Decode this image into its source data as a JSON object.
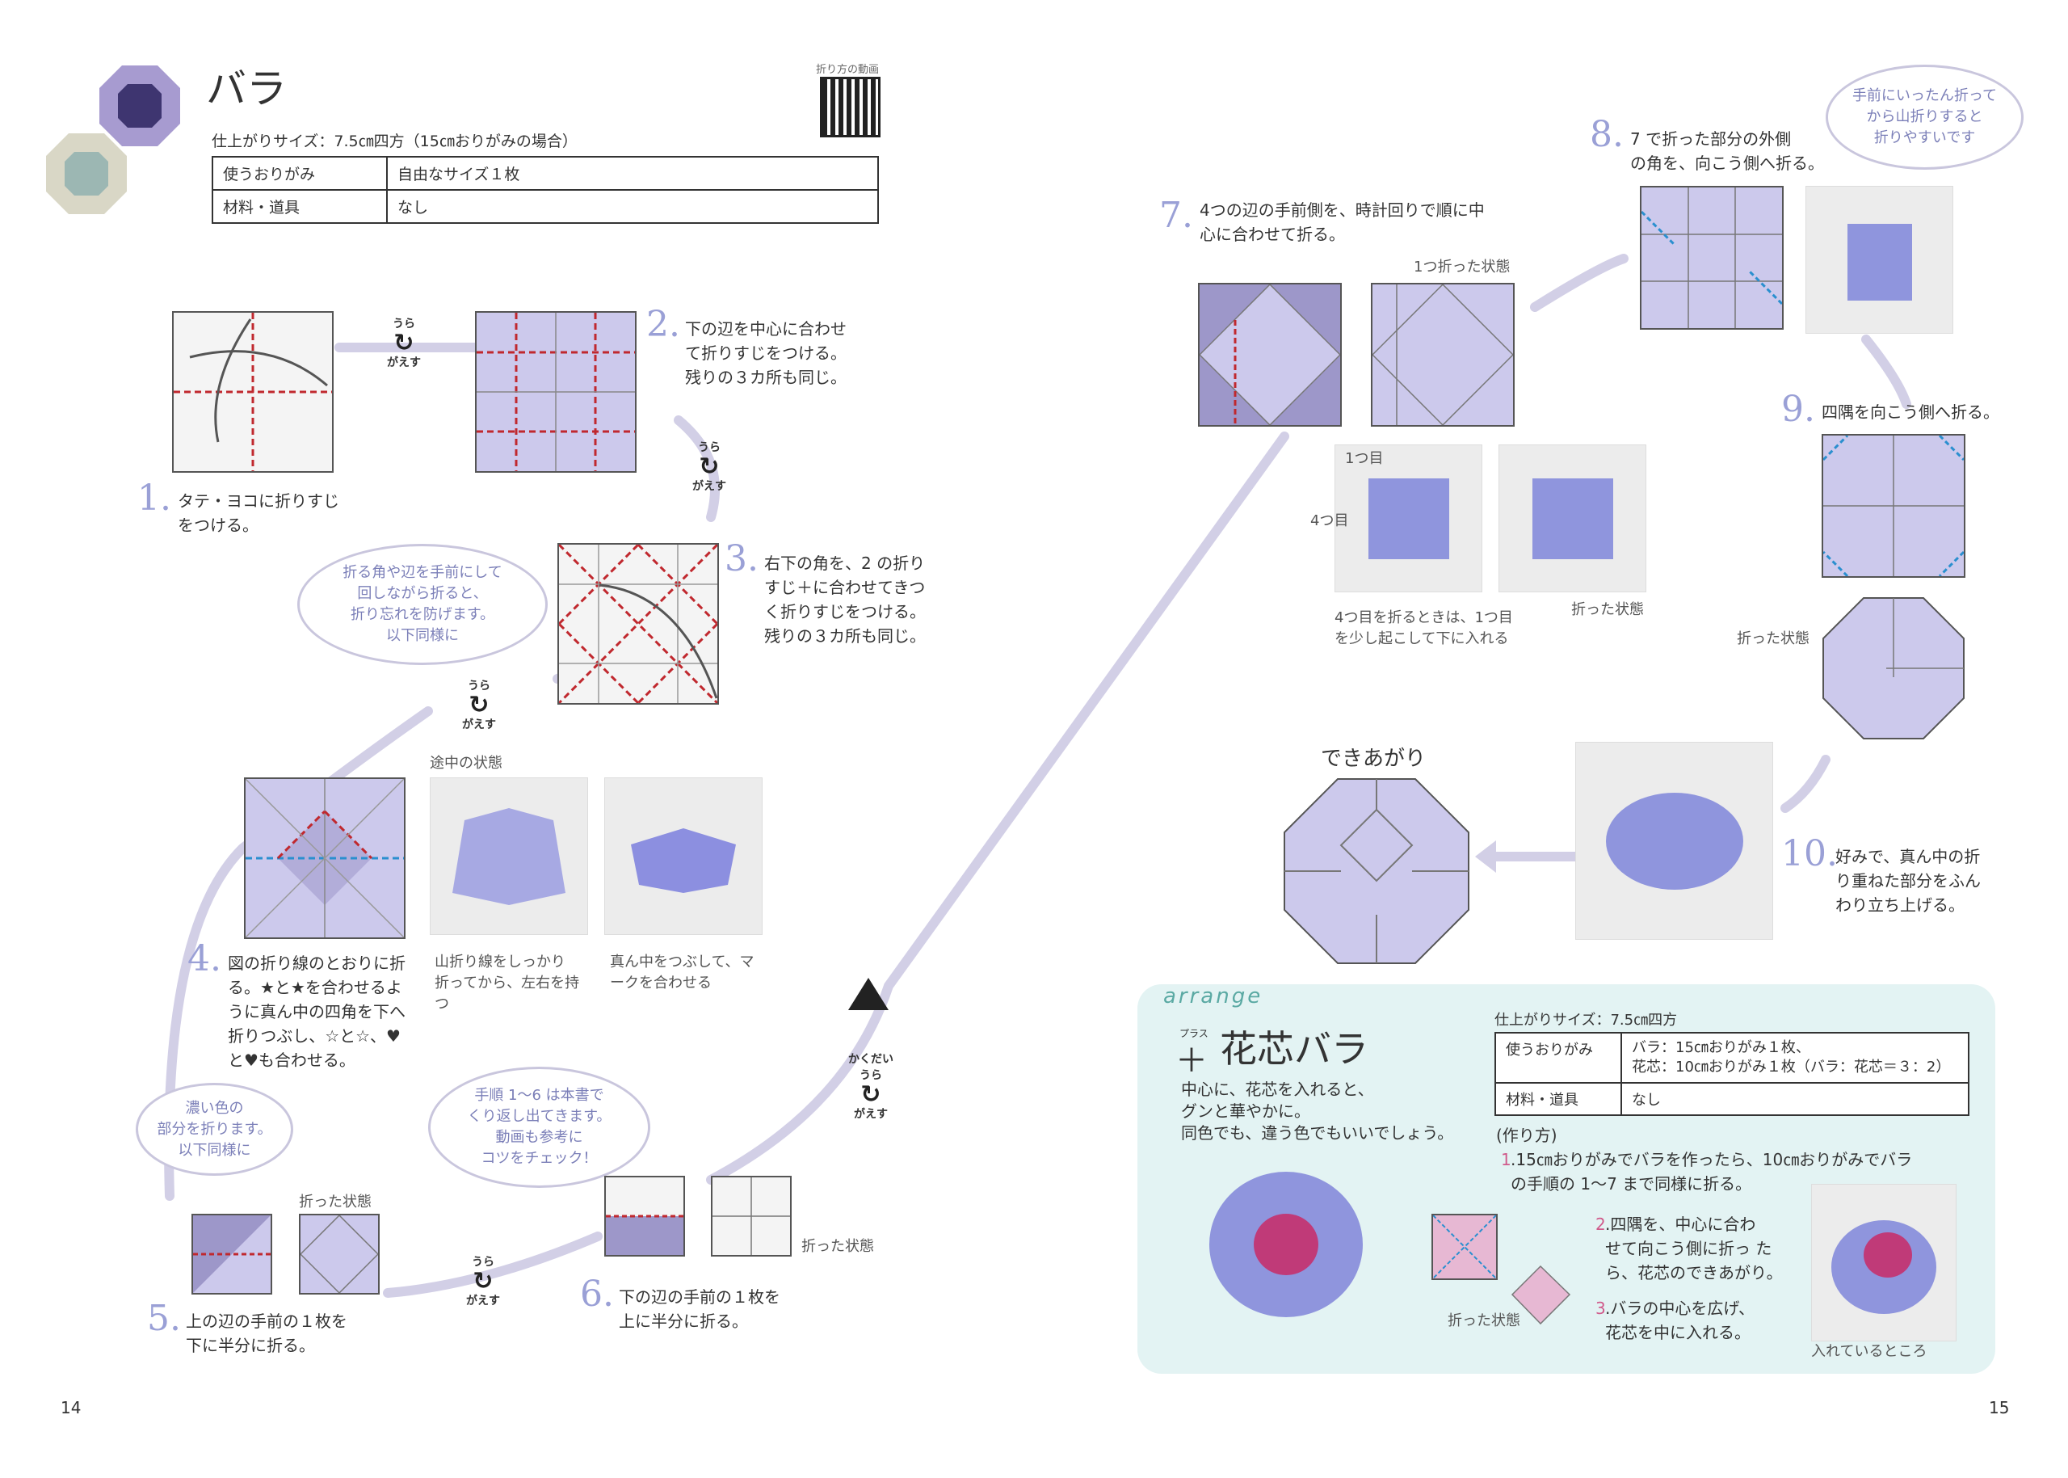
{
  "left": {
    "title": "バラ",
    "video_label": "折り方の動画",
    "size_line": "仕上がりサイズ：7.5㎝四方（15㎝おりがみの場合）",
    "spec": [
      {
        "label": "使うおりがみ",
        "value": "自由なサイズ１枚"
      },
      {
        "label": "材料・道具",
        "value": "なし"
      }
    ],
    "flip_top": "うら",
    "flip_bottom": "がえす",
    "steps": {
      "s1_num": "1.",
      "s1_text": "タテ・ヨコに折りすじ\nをつける。",
      "s2_num": "2.",
      "s2_text": "下の辺を中心に合わせ\nて折りすじをつける。\n残りの３カ所も同じ。",
      "s3_num": "3.",
      "s3_text": "右下の角を、2 の折り\nすじ＋に合わせてきつ\nく折りすじをつける。\n残りの３カ所も同じ。",
      "s4_num": "4.",
      "s4_text": "図の折り線のとおりに折\nる。★と★を合わせるよ\nうに真ん中の四角を下へ\n折りつぶし、☆と☆、♥\nと♥も合わせる。",
      "s5_num": "5.",
      "s5_text": "上の辺の手前の１枚を\n下に半分に折る。",
      "s6_num": "6.",
      "s6_text": "下の辺の手前の１枚を\n上に半分に折る。"
    },
    "bubbles": {
      "b1": "折る角や辺を手前にして\n回しながら折ると、\n折り忘れを防げます。\n以下同様に",
      "b2": "濃い色の\n部分を折ります。\n以下同様に",
      "b3": "手順 1〜6 は本書で\nくり返し出てきます。\n動画も参考に\nコツをチェック！"
    },
    "captions": {
      "midway": "途中の状態",
      "photo1": "山折り線をしっかり\n折ってから、左右を持\nつ",
      "photo2": "真ん中をつぶして、マ\nークを合わせる",
      "folded5": "折った状態",
      "folded6": "折った状態",
      "enlarge": "かくだい"
    },
    "page": "14"
  },
  "right": {
    "steps": {
      "s7_num": "7.",
      "s7_text": "4つの辺の手前側を、時計回りで順に中\n心に合わせて折る。",
      "s8_num": "8.",
      "s8_text": "7 で折った部分の外側\nの角を、向こう側へ折る。",
      "s9_num": "9.",
      "s9_text": "四隅を向こう側へ折る。",
      "s10_num": "10.",
      "s10_text": "好みで、真ん中の折\nり重ねた部分をふん\nわり立ち上げる。"
    },
    "bubble": "手前にいったん折って\nから山折りすると\n折りやすいです",
    "captions": {
      "one_folded": "1つ折った状態",
      "first": "1つ目",
      "fourth": "4つ目",
      "fourth_note": "4つ目を折るときは、1つ目\nを少し起こして下に入れる",
      "folded7": "折った状態",
      "folded9": "折った状態",
      "done": "できあがり"
    },
    "arrange": {
      "tag": "arrange",
      "furigana": "プラス",
      "plus": "＋",
      "title": "花芯バラ",
      "desc": "中心に、花芯を入れると、\nグンと華やかに。\n同色でも、違う色でもいいでしょう。",
      "size_line": "仕上がりサイズ：7.5㎝四方",
      "spec": [
        {
          "label": "使うおりがみ",
          "value": "バラ：15㎝おりがみ１枚、\n花芯：10㎝おりがみ１枚（バラ：花芯＝３：2）"
        },
        {
          "label": "材料・道具",
          "value": "なし"
        }
      ],
      "howto": "(作り方)",
      "h1_num": "1",
      "h1_text": ".15㎝おりがみでバラを作ったら、10㎝おりがみでバラ\nの手順の 1〜7 まで同様に折る。",
      "h2_num": "2",
      "h2_text": ".四隅を、中心に合わ\nせて向こう側に折っ た\nら、花芯のできあがり。",
      "h3_num": "3",
      "h3_text": ".バラの中心を広げ、\n花芯を中に入れる。",
      "folded": "折った状態",
      "inserted": "入れているところ"
    },
    "page": "15"
  }
}
